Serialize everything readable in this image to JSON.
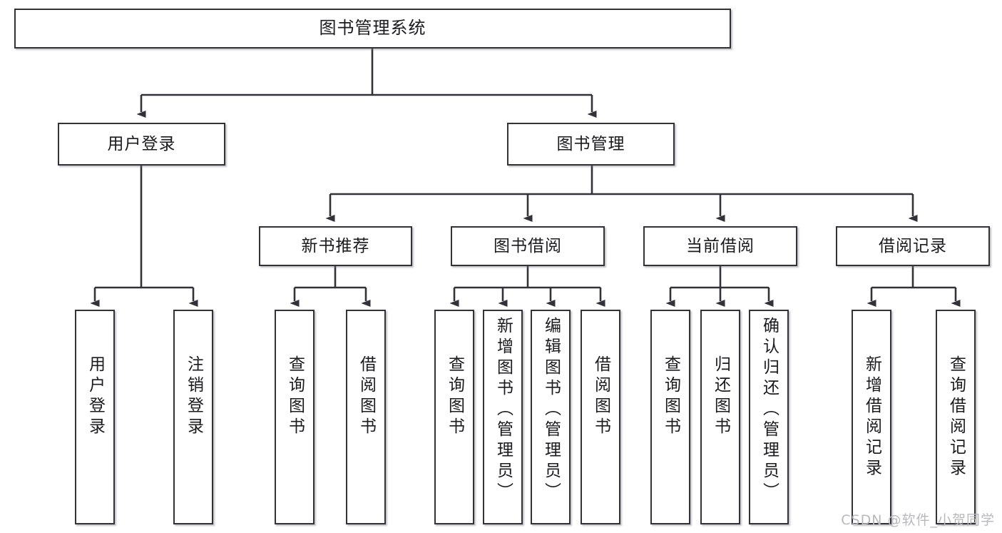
{
  "diagram": {
    "title": "图书管理系统",
    "type": "tree-structure-chart",
    "background": "#ffffff",
    "line_color": "#32323a",
    "box_border_color": "#32323a",
    "text_color": "#1b1b1f"
  },
  "watermark": {
    "text": "CSDN @软件_小贺同学",
    "color": "#b9b9bd"
  },
  "nodes": {
    "root": {
      "label": "图书管理系统"
    },
    "level2": [
      {
        "label": "用户登录"
      },
      {
        "label": "图书管理"
      }
    ],
    "level3": [
      {
        "label": "新书推荐"
      },
      {
        "label": "图书借阅"
      },
      {
        "label": "当前借阅"
      },
      {
        "label": "借阅记录"
      }
    ],
    "leaves": {
      "user_login": [
        {
          "label": "用户登录"
        },
        {
          "label": "注销登录"
        }
      ],
      "new_book_recommend": [
        {
          "label": "查询图书"
        },
        {
          "label": "借阅图书"
        }
      ],
      "book_borrow": [
        {
          "label": "查询图书"
        },
        {
          "label": "新增图书（管理员）"
        },
        {
          "label": "编辑图书（管理员）"
        },
        {
          "label": "借阅图书"
        }
      ],
      "current_borrow": [
        {
          "label": "查询图书"
        },
        {
          "label": "归还图书"
        },
        {
          "label": "确认归还（管理员）"
        }
      ],
      "borrow_record": [
        {
          "label": "新增借阅记录"
        },
        {
          "label": "查询借阅记录"
        }
      ]
    }
  }
}
